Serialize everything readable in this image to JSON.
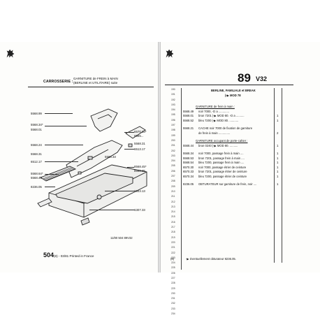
{
  "left_page": {
    "header_title": "CARROSSERIE :",
    "header_desc_1": "GARNITURE de FREIN à MAIN",
    "header_desc_2": "(BERLINE et UTILITAIRE) suite",
    "callouts": {
      "c1": "5568.99",
      "c2": "5568.34*",
      "c3": "5568.01",
      "c4": "5568.24",
      "c5": "5568.31",
      "c6": "6512.17",
      "c7": "5568.64*",
      "c8": "5568.45",
      "c9": "8236.05",
      "c10": "6570.33*",
      "c11": "6595...",
      "c12": "5568.31",
      "c13": "6513.17",
      "c14": "8568.45*",
      "c15": "8568.35",
      "c16": "5568.33",
      "c17": "6543.13",
      "c18": "6307.33"
    },
    "drawing_ref": "11/80   504 89V32",
    "footer_model": "504",
    "footer_suffix": "(8) - 03/81 Printed in France"
  },
  "right_page": {
    "page_number": "89",
    "page_code": "V32",
    "title_1": "BERLINE, FAMILIALE et BREAK",
    "title_2": "|-▶ MOD 78",
    "row_numbers": [
      "190",
      "191",
      "192",
      "193",
      "194",
      "195",
      "196",
      "197",
      "198",
      "199",
      "200",
      "201",
      "202",
      "203",
      "204",
      "205",
      "206",
      "207",
      "208",
      "209",
      "210",
      "211",
      "212",
      "213",
      "214",
      "215",
      "216",
      "217",
      "218",
      "219",
      "220",
      "221",
      "222",
      "223",
      "224",
      "225",
      "226",
      "227",
      "228",
      "229",
      "230",
      "231",
      "232",
      "233",
      "234"
    ],
    "groups": [
      {
        "heading": "GARNITURE de frein à main :",
        "rows": [
          {
            "ref": "5568.49",
            "text": "noir 7000, -D a .............",
            "qty": ""
          },
          {
            "ref": "5568.01",
            "text": "brun 7201 |-▶ MOD 80. -D a ..........",
            "qty": "1"
          },
          {
            "ref": "5568.52",
            "text": "bleu 7200 |-▶ MOD 80. ...........",
            "qty": "1"
          }
        ]
      },
      {
        "heading": "",
        "rows": [
          {
            "ref": "5568.21",
            "text": "CACHE noir 7000 de fixation de garniture",
            "qty": ""
          },
          {
            "ref": "",
            "text": "de frein à main ..............",
            "qty": "2"
          }
        ]
      },
      {
        "heading": "GARNITURE occupant de porte-cahier :",
        "rows": [
          {
            "ref": "5568.44",
            "text": "brun 0240 |-▶ MOD 80. ..........",
            "qty": "1"
          }
        ]
      },
      {
        "heading": "",
        "rows": [
          {
            "ref": "5568.34",
            "text": "noir 7000, passage frein à main ....",
            "qty": "1"
          },
          {
            "ref": "5568.53",
            "text": "brun 7201, passage frein à main ....",
            "qty": "1"
          },
          {
            "ref": "5568.54",
            "text": "bleu 7200, passage frein à main ....",
            "qty": "1"
          },
          {
            "ref": "6570.30",
            "text": "noir 7000, passage étrier de ceinture",
            "qty": "1"
          },
          {
            "ref": "6570.33",
            "text": "brun 7201, passage étrier de ceinture",
            "qty": "1"
          },
          {
            "ref": "6570.34",
            "text": "bleu 7200, passage étrier de ceinture",
            "qty": "1"
          }
        ]
      },
      {
        "heading": "",
        "rows": [
          {
            "ref": "8236.05",
            "text": "OBTURATEUR sur garniture de frein, noir ....",
            "qty": "1"
          }
        ]
      }
    ],
    "footnote_mark": "(8)",
    "footnote": "-▶ éventuellement obturateur 8236.05."
  }
}
